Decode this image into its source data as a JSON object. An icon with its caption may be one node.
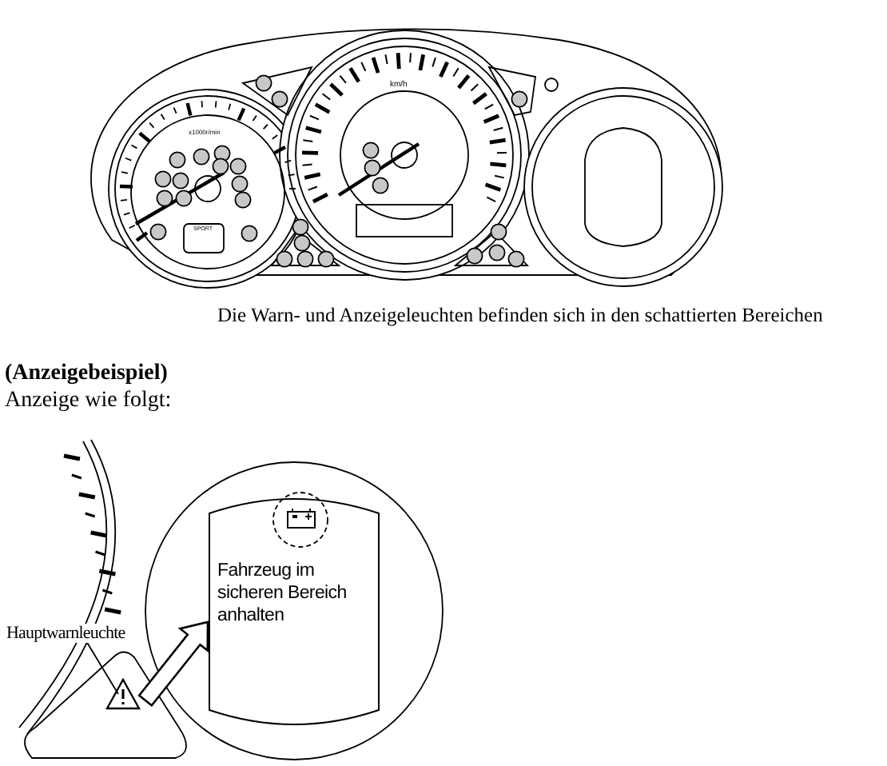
{
  "diagram": {
    "title": "(Anzeigebeispiel)",
    "caption": "Die Warn- und Anzeigeleuchten befinden sich in den schattierten Bereichen",
    "nodes": [
      {
        "text": [
          "Hauptwarnleuchte"
        ]
      },
      {
        "text": [],
        "shape": "triangle"
      },
      {
        "text": [
          "Fahrzeug im sicheren Bereich anhalten"
        ]
      }
    ],
    "edges": [
      {
        "from": 0,
        "to": 1,
        "arrow": "none"
      },
      {
        "from": 1,
        "to": 2,
        "arrow": "to",
        "style": "thick"
      }
    ],
    "labels": [
      "Anzeige wie folgt:",
      "x1000r/min",
      "km/h",
      "SPORT"
    ]
  }
}
